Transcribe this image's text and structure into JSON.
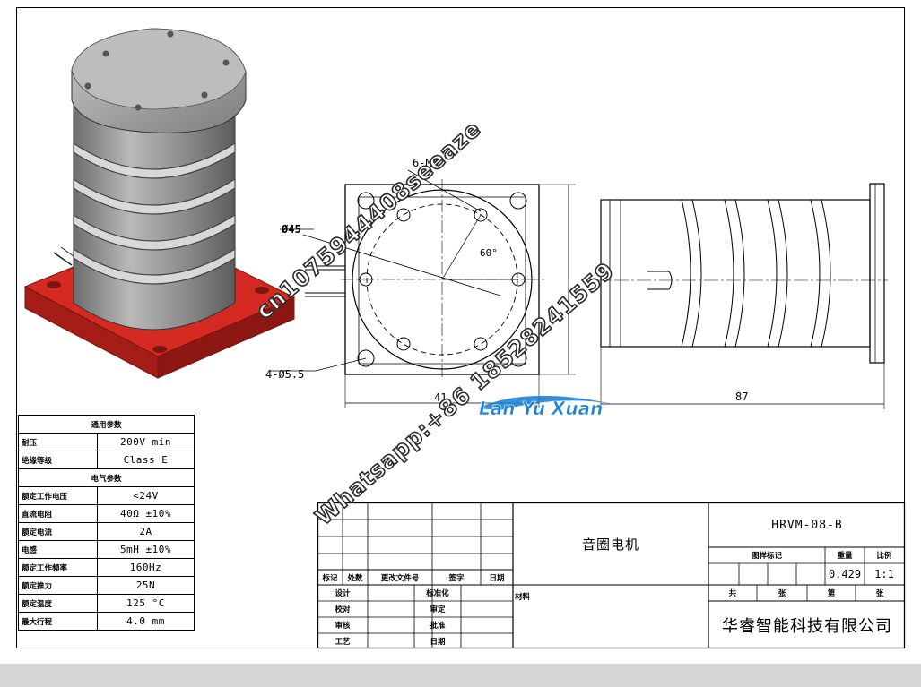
{
  "params_table": {
    "sections": [
      {
        "title": "通用参数",
        "rows": [
          {
            "label": "耐压",
            "value": "200V min"
          },
          {
            "label": "绝缘等级",
            "value": "Class E"
          }
        ]
      },
      {
        "title": "电气参数",
        "rows": [
          {
            "label": "额定工作电压",
            "value": "<24V"
          },
          {
            "label": "直流电阻",
            "value": "40Ω ±10%"
          },
          {
            "label": "额定电流",
            "value": "2A"
          },
          {
            "label": "电感",
            "value": "5mH ±10%"
          },
          {
            "label": "额定工作频率",
            "value": "160Hz"
          },
          {
            "label": "额定推力",
            "value": "25N"
          },
          {
            "label": "额定温度",
            "value": "125 °C"
          },
          {
            "label": "最大行程",
            "value": "4.0 mm"
          }
        ]
      }
    ]
  },
  "dimensions": {
    "thread_holes": "6-M4",
    "diameter": "Ø45",
    "mount_holes": "4-Ø5.5",
    "width": "41",
    "length": "87",
    "angle": "60°"
  },
  "title_block": {
    "revision_headers": {
      "mark": "标记",
      "count": "处数",
      "doc_no": "更改文件号",
      "sign": "签字",
      "date": "日期"
    },
    "signoff": {
      "design": "设计",
      "standard": "标准化",
      "proof": "校对",
      "review": "审定",
      "check": "审核",
      "approve": "批准",
      "process": "工艺",
      "date": "日期"
    },
    "product_name": "音圈电机",
    "material_label": "材料",
    "model": "HRVM-08-B",
    "sheet_mark_label": "图样标记",
    "weight_label": "重量",
    "scale_label": "比例",
    "weight": "0.429",
    "scale": "1:1",
    "total": "共",
    "sheet_unit": "张",
    "page": "第",
    "company": "华睿智能科技有限公司"
  },
  "watermark": {
    "logo": "Lan Yu Xuan",
    "line1": "cn1075944408seeaze",
    "line2": "Whatsapp:+86 18528241559"
  },
  "colors": {
    "base_red": "#d42a22",
    "cylinder_gray": "#8f8f8f",
    "logo_blue": "#1e82d6"
  }
}
